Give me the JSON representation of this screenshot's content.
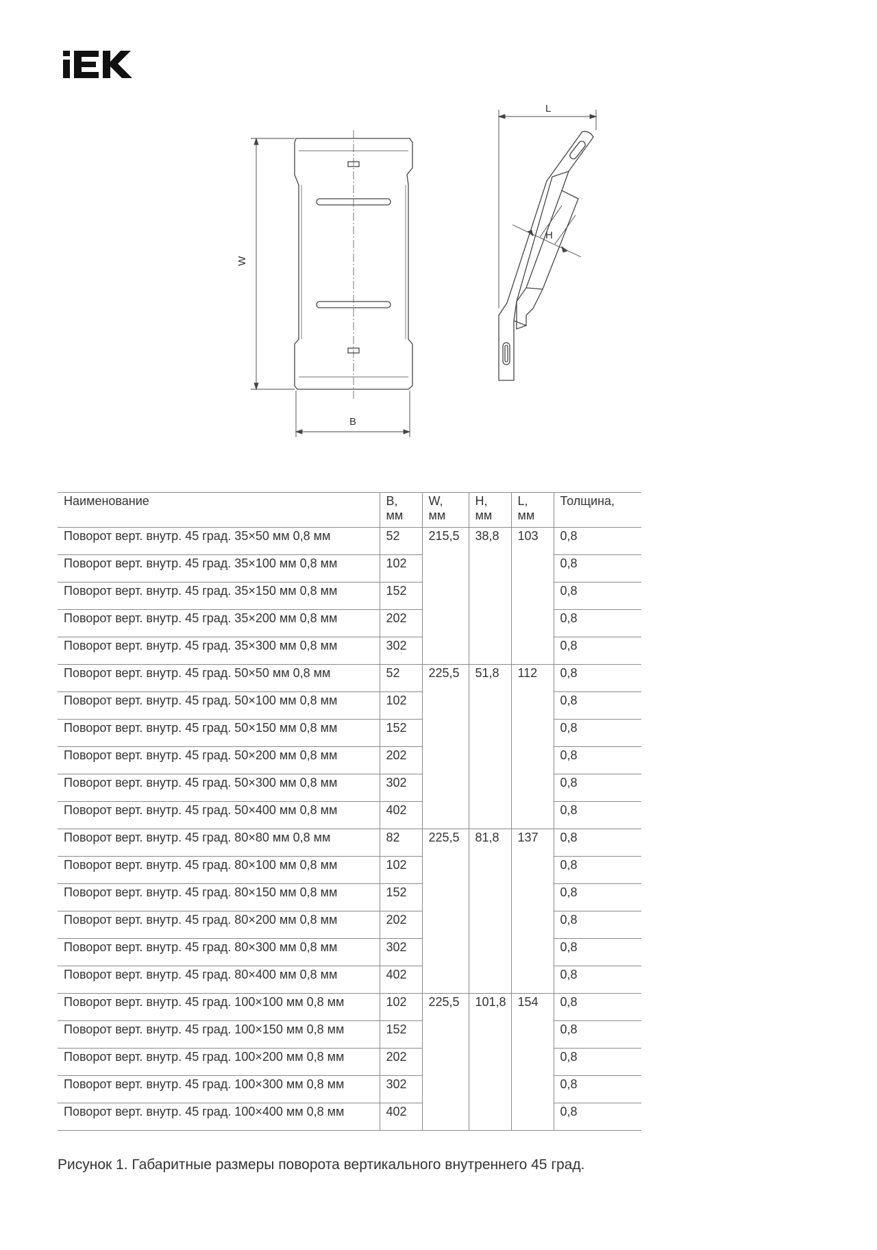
{
  "logo": {
    "text": "IEK"
  },
  "drawing": {
    "dim_w": "W",
    "dim_b": "B",
    "dim_l": "L",
    "dim_h": "H"
  },
  "table": {
    "headers": {
      "name": "Наименование",
      "b": "B,",
      "b_unit": "мм",
      "w": "W,",
      "w_unit": "мм",
      "h": "H,",
      "h_unit": "мм",
      "l": "L,",
      "l_unit": "мм",
      "thickness": "Толщина,"
    },
    "groups": [
      {
        "w": "215,5",
        "h": "38,8",
        "l": "103",
        "rows": [
          {
            "name": "Поворот верт. внутр. 45 град. 35×50 мм 0,8 мм",
            "b": "52",
            "t": "0,8"
          },
          {
            "name": "Поворот верт. внутр. 45 град. 35×100 мм 0,8 мм",
            "b": "102",
            "t": "0,8"
          },
          {
            "name": "Поворот верт. внутр. 45 град. 35×150 мм 0,8 мм",
            "b": "152",
            "t": "0,8"
          },
          {
            "name": "Поворот верт. внутр. 45 град. 35×200 мм 0,8 мм",
            "b": "202",
            "t": "0,8"
          },
          {
            "name": "Поворот верт. внутр. 45 град. 35×300 мм 0,8 мм",
            "b": "302",
            "t": "0,8"
          }
        ]
      },
      {
        "w": "225,5",
        "h": "51,8",
        "l": "112",
        "rows": [
          {
            "name": "Поворот верт. внутр. 45 град. 50×50 мм 0,8 мм",
            "b": "52",
            "t": "0,8"
          },
          {
            "name": "Поворот верт. внутр. 45 град. 50×100 мм 0,8 мм",
            "b": "102",
            "t": "0,8"
          },
          {
            "name": "Поворот верт. внутр. 45 град. 50×150 мм 0,8 мм",
            "b": "152",
            "t": "0,8"
          },
          {
            "name": "Поворот верт. внутр. 45 град. 50×200 мм 0,8 мм",
            "b": "202",
            "t": "0,8"
          },
          {
            "name": "Поворот верт. внутр. 45 град. 50×300 мм 0,8 мм",
            "b": "302",
            "t": "0,8"
          },
          {
            "name": "Поворот верт. внутр. 45 град. 50×400 мм 0,8 мм",
            "b": "402",
            "t": "0,8"
          }
        ]
      },
      {
        "w": "225,5",
        "h": "81,8",
        "l": "137",
        "rows": [
          {
            "name": "Поворот верт. внутр. 45 град. 80×80 мм 0,8 мм",
            "b": "82",
            "t": "0,8"
          },
          {
            "name": "Поворот верт. внутр. 45 град. 80×100 мм 0,8 мм",
            "b": "102",
            "t": "0,8"
          },
          {
            "name": "Поворот верт. внутр. 45 град. 80×150 мм 0,8 мм",
            "b": "152",
            "t": "0,8"
          },
          {
            "name": "Поворот верт. внутр. 45 град. 80×200 мм 0,8 мм",
            "b": "202",
            "t": "0,8"
          },
          {
            "name": "Поворот верт. внутр. 45 град. 80×300 мм 0,8 мм",
            "b": "302",
            "t": "0,8"
          },
          {
            "name": "Поворот верт. внутр. 45 град. 80×400 мм 0,8 мм",
            "b": "402",
            "t": "0,8"
          }
        ]
      },
      {
        "w": "225,5",
        "h": "101,8",
        "l": "154",
        "rows": [
          {
            "name": "Поворот верт. внутр. 45 град. 100×100 мм 0,8 мм",
            "b": "102",
            "t": "0,8"
          },
          {
            "name": "Поворот верт. внутр. 45 град. 100×150 мм 0,8 мм",
            "b": "152",
            "t": "0,8"
          },
          {
            "name": "Поворот верт. внутр. 45 град. 100×200 мм 0,8 мм",
            "b": "202",
            "t": "0,8"
          },
          {
            "name": "Поворот верт. внутр. 45 град. 100×300 мм 0,8 мм",
            "b": "302",
            "t": "0,8"
          },
          {
            "name": "Поворот верт. внутр. 45 град. 100×400 мм 0,8 мм",
            "b": "402",
            "t": "0,8"
          }
        ]
      }
    ]
  },
  "caption": "Рисунок 1. Габаритные размеры поворота вертикального внутреннего 45 град."
}
